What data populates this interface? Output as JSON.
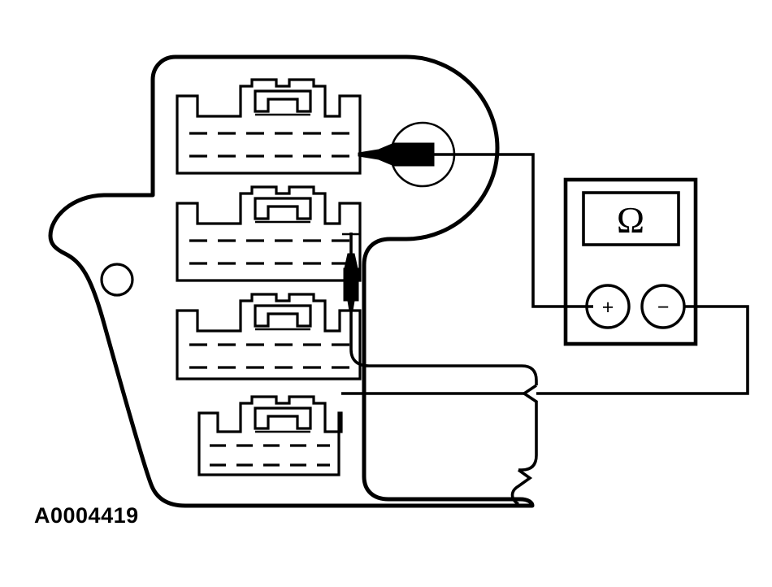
{
  "figure": {
    "id_label": "A0004419",
    "title": "Fuse junction panel continuity test with ohmmeter",
    "background_color": "#ffffff",
    "line_color": "#000000"
  },
  "meter": {
    "name": "ohmmeter",
    "display_symbol": "Ω",
    "terminals": [
      {
        "name": "positive-terminal",
        "label": "+"
      },
      {
        "name": "negative-terminal",
        "label": "−"
      }
    ]
  },
  "housing": {
    "name": "junction-block-housing",
    "mounting_hole": "mounting-hole"
  },
  "connectors": [
    {
      "name": "connector-1",
      "rows": 2,
      "probe": "horizontal-probe"
    },
    {
      "name": "connector-2",
      "rows": 2,
      "probe": "vertical-probe"
    },
    {
      "name": "connector-3",
      "rows": 2,
      "probe": "none"
    },
    {
      "name": "connector-4",
      "rows": 2,
      "probe": "none"
    }
  ],
  "probes": [
    {
      "name": "probe-positive",
      "orientation": "horizontal",
      "connects_to": "positive-terminal",
      "target": "connector-1"
    },
    {
      "name": "probe-negative",
      "orientation": "vertical",
      "connects_to": "negative-terminal",
      "target": "connector-2"
    }
  ],
  "wires": [
    {
      "name": "wire-positive-lead",
      "from": "probe-positive",
      "to": "positive-terminal"
    },
    {
      "name": "wire-negative-lead",
      "from": "probe-negative",
      "to": "negative-terminal"
    }
  ],
  "callouts": [
    {
      "name": "callout-circle-probe-tip",
      "shape": "circle"
    }
  ]
}
